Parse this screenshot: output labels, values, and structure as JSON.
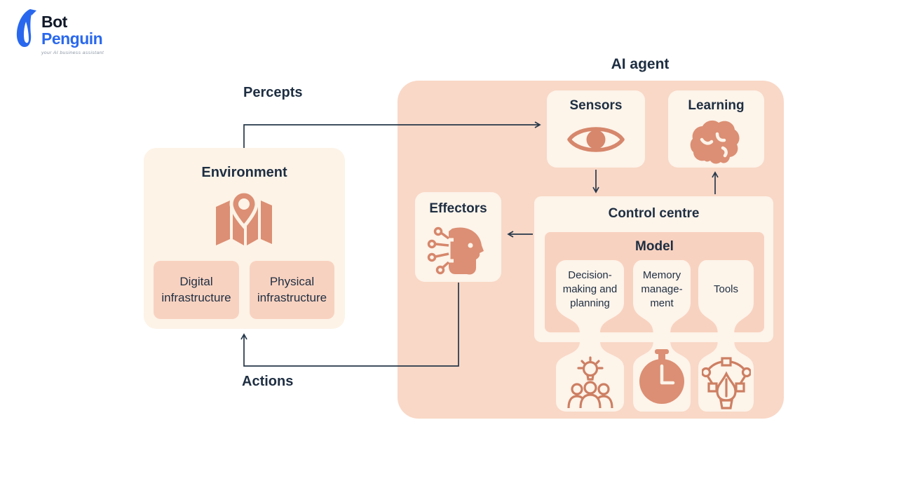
{
  "logo": {
    "bot": "Bot",
    "penguin": "Penguin",
    "tagline": "your AI business assistant"
  },
  "diagram": {
    "title": "AI agent",
    "flow_labels": {
      "percepts": "Percepts",
      "actions": "Actions"
    },
    "environment": {
      "title": "Environment",
      "icon": "map-pin-icon",
      "children": [
        {
          "label": "Digital infrastructure"
        },
        {
          "label": "Physical infrastructure"
        }
      ]
    },
    "ai_agent": {
      "sensors": {
        "label": "Sensors",
        "icon": "eye-icon"
      },
      "learning": {
        "label": "Learning",
        "icon": "brain-icon"
      },
      "effectors": {
        "label": "Effectors",
        "icon": "head-circuit-icon"
      },
      "control_centre": {
        "title": "Control centre",
        "model": {
          "title": "Model",
          "components": [
            {
              "label": "Decision-making and planning",
              "lines": [
                "Decision-",
                "making and",
                "planning"
              ],
              "icon": "team-idea-icon"
            },
            {
              "label": "Memory management",
              "lines": [
                "Memory",
                "manage-",
                "ment"
              ],
              "icon": "stopwatch-icon"
            },
            {
              "label": "Tools",
              "lines": [
                "Tools"
              ],
              "icon": "pen-tool-icon"
            }
          ]
        }
      }
    },
    "connections": [
      {
        "from": "environment",
        "to": "sensors",
        "label": "Percepts"
      },
      {
        "from": "sensors",
        "to": "control-centre",
        "label": ""
      },
      {
        "from": "control-centre",
        "to": "learning",
        "label": ""
      },
      {
        "from": "control-centre",
        "to": "effectors",
        "label": ""
      },
      {
        "from": "effectors",
        "to": "environment",
        "label": "Actions"
      }
    ]
  },
  "colors": {
    "agent_background": "#f9d8c7",
    "inner_peach": "#f8d2c0",
    "cream": "#fdf4ea",
    "environment_cream": "#fdf3e7",
    "icon_fill": "#dc8f74",
    "icon_stroke": "#cd7f63",
    "text": "#1e2e42",
    "arrow": "#26374a",
    "logo_blue": "#2968ee"
  }
}
